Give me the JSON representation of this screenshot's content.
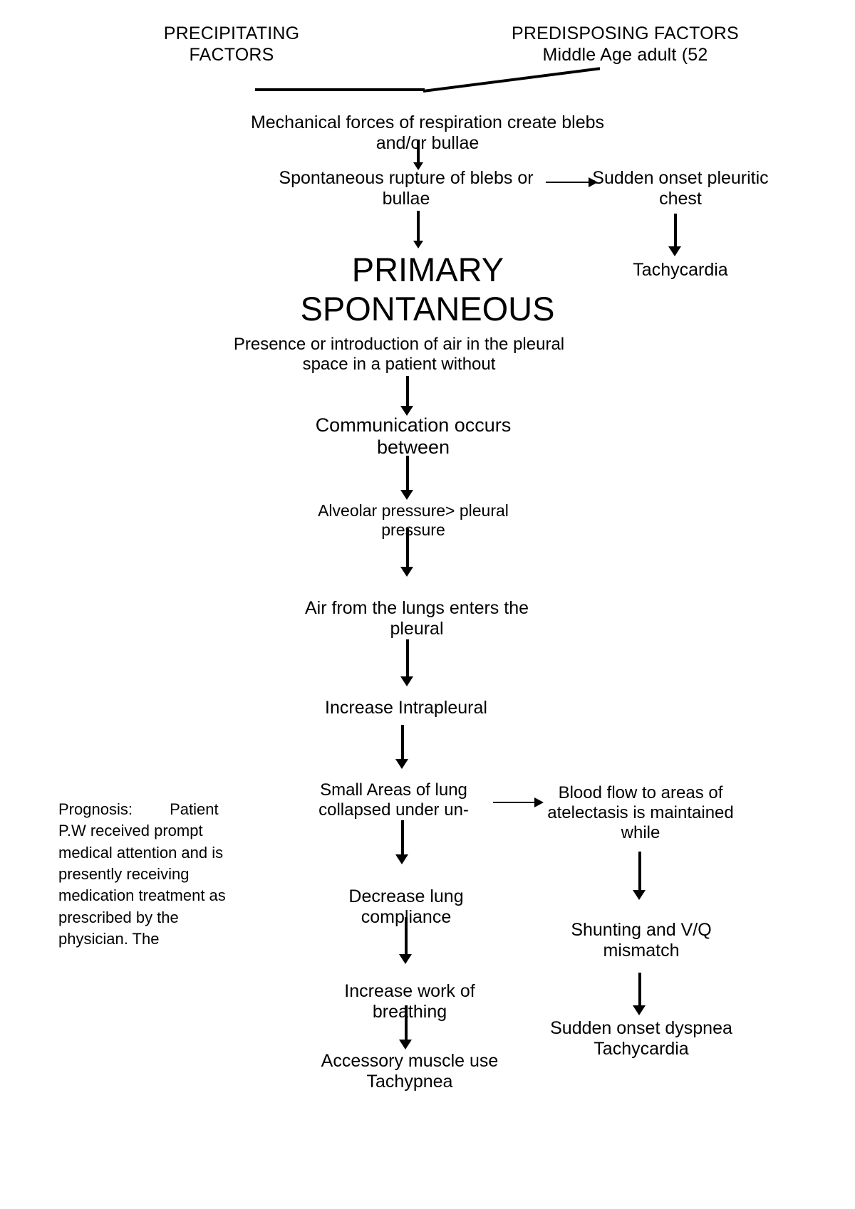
{
  "document": {
    "title": "Pathophysiology of Primary Spontaneous Pneumothorax",
    "background_color": "#ffffff",
    "text_color": "#000000"
  },
  "headers": {
    "left": "PRECIPITATING FACTORS",
    "left_line1": "PRECIPITATING",
    "left_line2": "FACTORS",
    "right": "PREDISPOSING FACTORS",
    "right_sub": "Middle Age adult (52"
  },
  "center_title": {
    "line1": "PRIMARY",
    "line2": "SPONTANEOUS"
  },
  "nodes": {
    "mechanical_forces": "Mechanical forces of respiration create blebs and/or bullae",
    "spontaneous_rupture": "Spontaneous rupture of blebs or bullae",
    "sudden_onset_pleuritic": "Sudden onset pleuritic chest",
    "tachycardia": "Tachycardia",
    "presence_air": "Presence or introduction of air in the pleural space in a patient without",
    "communication": "Communication occurs between",
    "alveolar_pressure": "Alveolar pressure> pleural pressure",
    "air_from_lungs": "Air from the lungs enters the pleural",
    "increase_intrapleural": "Increase Intrapleural",
    "small_areas": "Small Areas of lung collapsed under un-",
    "blood_flow": "Blood flow to areas of atelectasis is maintained while",
    "decrease_compliance": "Decrease lung compliance",
    "shunting": "Shunting and V/Q mismatch",
    "increase_work": "Increase work of breathing",
    "sudden_onset_dyspnea": "Sudden onset dyspnea Tachycardia",
    "accessory_muscle": "Accessory muscle use  Tachypnea"
  },
  "prognosis": {
    "heading": "Prognosis:",
    "body": "Patient P.W received prompt medical attention and is presently receiving medication treatment as prescribed by the physician. The"
  },
  "arrows": {
    "count": 14,
    "color": "#000000",
    "horizontal_labels": [
      "spontaneous-rupture-to-sudden-onset",
      "small-areas-to-blood-flow"
    ]
  }
}
